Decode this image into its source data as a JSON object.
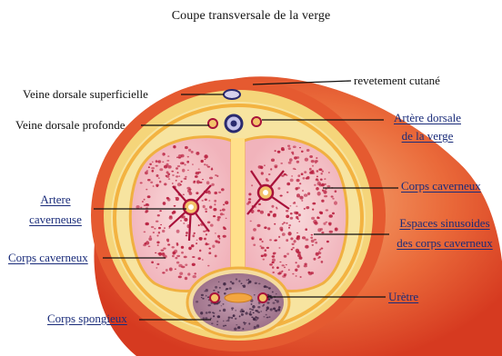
{
  "title": "Coupe transversale de la verge",
  "labels": {
    "veine_dorsale_superficielle": "Veine dorsale superficielle",
    "veine_dorsale_profonde": "Veine dorsale profonde",
    "revetement_cutane": "revetement cutané",
    "artere_dorsale_line1": "Artère dorsale",
    "artere_dorsale_line2": "de la verge",
    "artere_caverneuse_line1": "Artere",
    "artere_caverneuse_line2": "caverneuse",
    "corps_caverneux_left": "Corps caverneux",
    "corps_caverneux_right": "Corps caverneux",
    "espaces_line1": "Espaces sinusoides",
    "espaces_line2": "des corps caverneux",
    "uretre": "Urètre",
    "corps_spongieux": "Corps spongieux"
  },
  "colors": {
    "skin": "#e8542e",
    "skin_dark": "#cc3a1e",
    "fat": "#f5d57a",
    "tunica": "#f3b341",
    "cavernous_fill": "#f6c8cc",
    "sinusoid": "#b81f3f",
    "septum": "#ffe08a",
    "spongiosum_fill": "#b7899e",
    "spongiosum_dot": "#3b2440",
    "label_blue": "#1a2c7a",
    "leader": "#111111"
  }
}
